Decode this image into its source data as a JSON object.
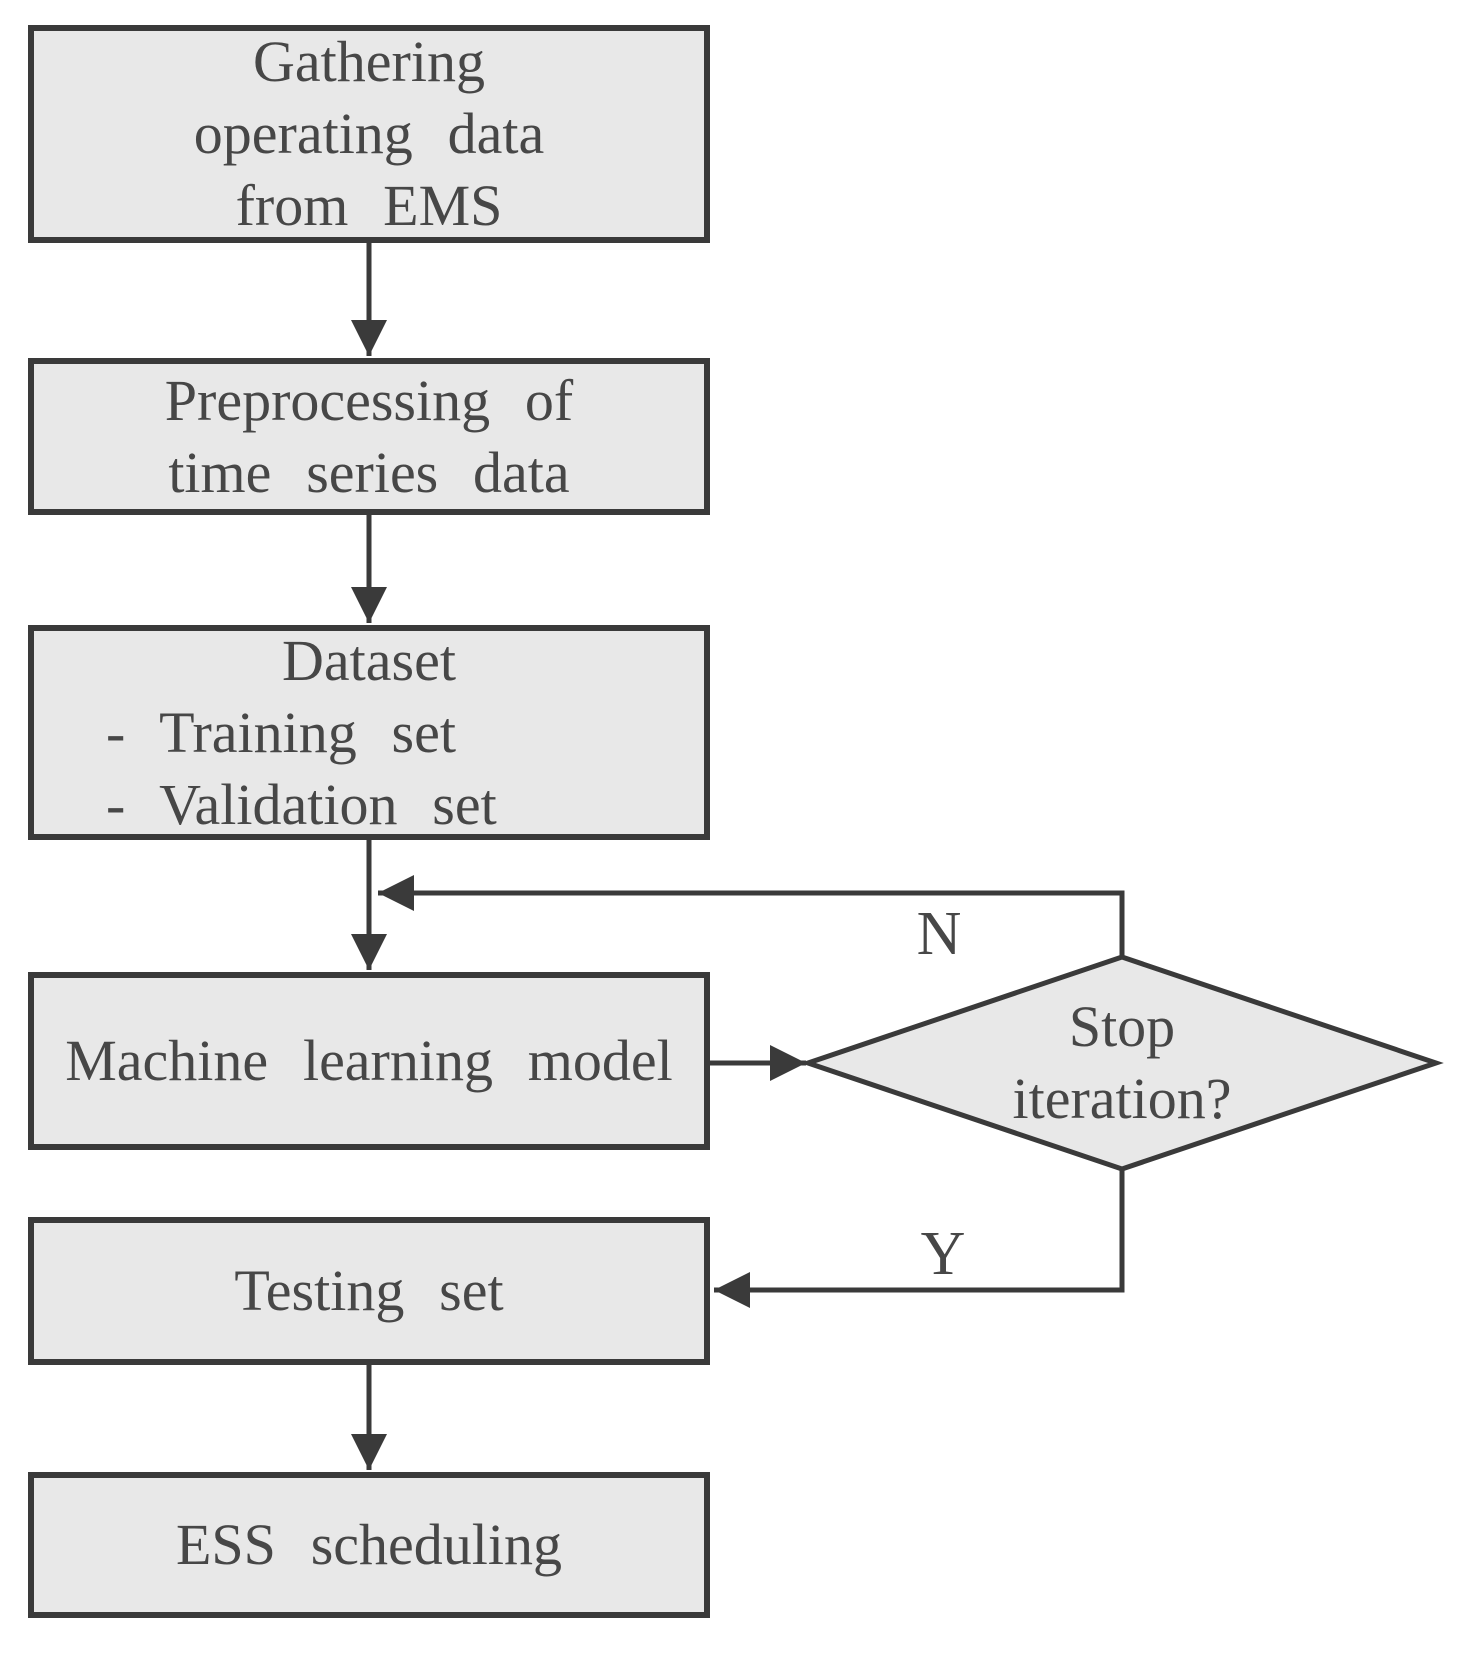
{
  "diagram": {
    "nodes": {
      "gathering": {
        "line1": "Gathering",
        "line2": "operating data",
        "line3": "from EMS"
      },
      "preprocessing": {
        "line1": "Preprocessing of",
        "line2": "time series data"
      },
      "dataset": {
        "title": "Dataset",
        "bullet1": "- Training set",
        "bullet2": "- Validation set"
      },
      "ml_model": {
        "label": "Machine learning model"
      },
      "testing": {
        "label": "Testing set"
      },
      "ess": {
        "label": "ESS scheduling"
      },
      "decision": {
        "line1": "Stop",
        "line2": "iteration?"
      }
    },
    "edge_labels": {
      "no": "N",
      "yes": "Y"
    },
    "colors": {
      "node_fill": "#e8e8e8",
      "node_border": "#3a3a3a",
      "line": "#3a3a3a",
      "text": "#474747",
      "background": "#ffffff"
    }
  }
}
